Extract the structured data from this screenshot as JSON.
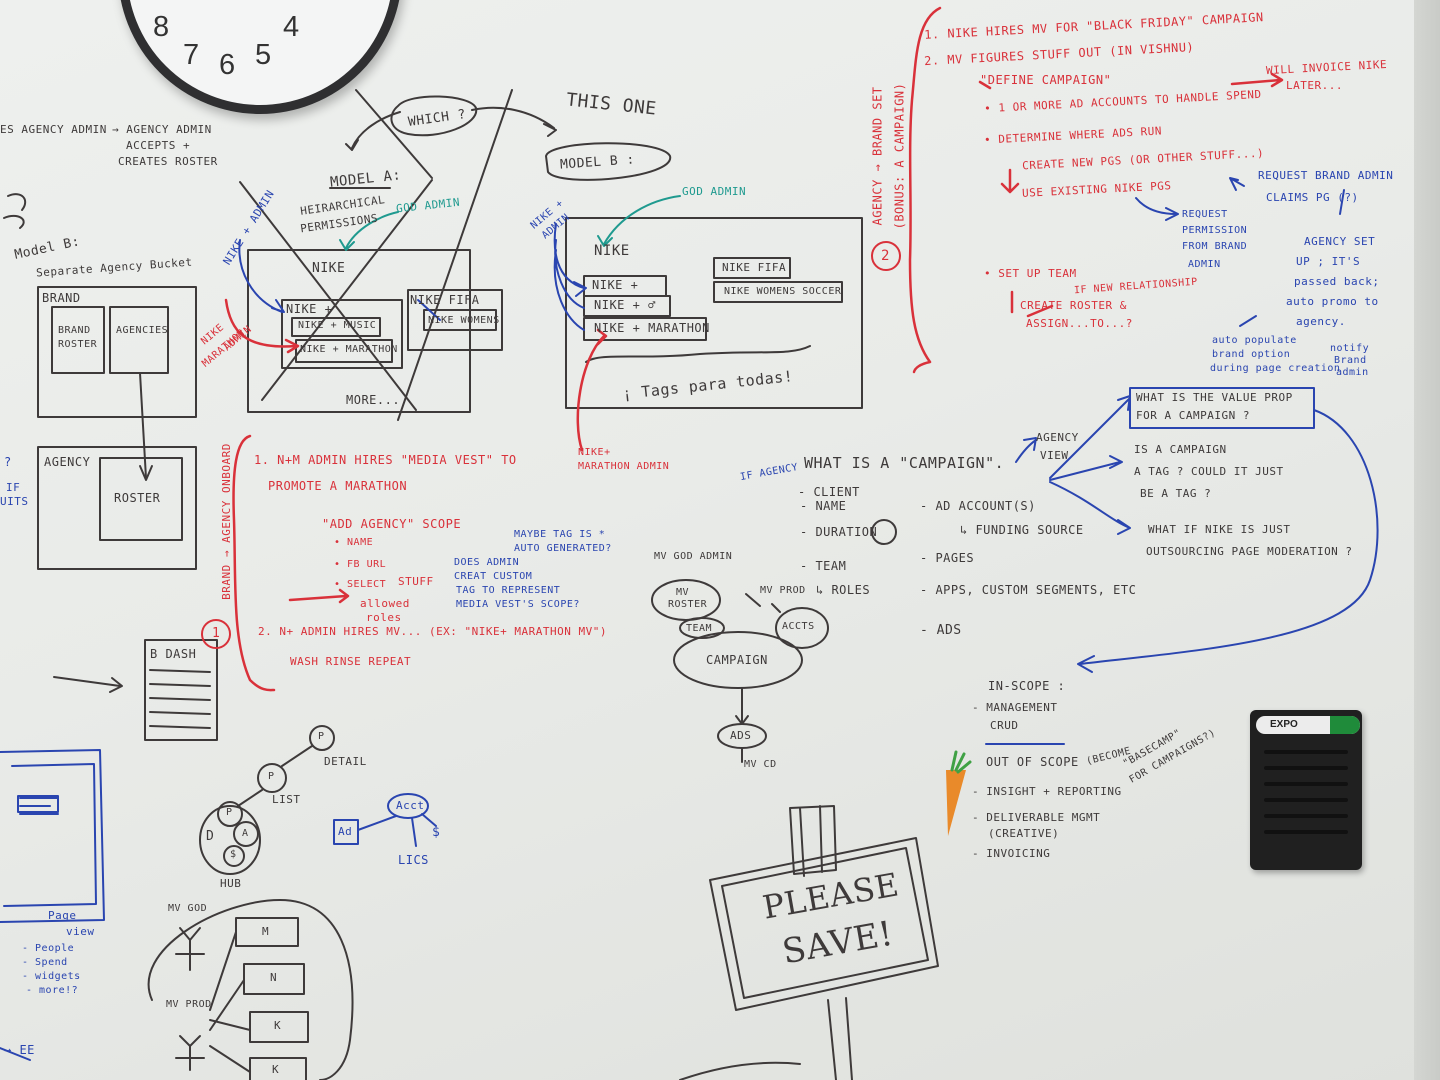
{
  "clock": {
    "numbers": [
      "8",
      "7",
      "6",
      "5",
      "4"
    ]
  },
  "marker_clip": {
    "label": "EXPO"
  },
  "left_top": {
    "agency_flow": [
      "ES AGENCY ADMIN",
      "→ AGENCY ADMIN",
      "ACCEPTS +",
      "CREATES ROSTER"
    ],
    "model_b_title": "Model B:",
    "model_b_sub": "Separate Agency Bucket",
    "brand": "BRAND",
    "brand_roster_1": "BRAND",
    "brand_roster_2": "ROSTER",
    "agencies": "AGENCIES",
    "agency": "AGENCY",
    "roster": "ROSTER",
    "edge_q": "?",
    "edge_if": "IF",
    "edge_uits": "UITS",
    "b_dash": "B DASH"
  },
  "model_a": {
    "which": "WHICH ?",
    "title": "MODEL A:",
    "heir1": "HEIRARCHICAL",
    "heir2": "PERMISSIONS",
    "god_admin": "GOD ADMIN",
    "nike_admin": "NIKE + ADMIN",
    "nike": "NIKE",
    "nike_plus": "NIKE +",
    "nike_music": "NIKE + MUSIC",
    "nike_marathon": "NIKE + MARATHON",
    "nike_fifa": "NIKE FIFA",
    "nike_womens": "NIKE WOMENS",
    "marathon_admin_1": "NIKE",
    "marathon_admin_2": "MARATHON",
    "marathon_admin_3": "ADMIN",
    "more": "MORE..."
  },
  "model_b": {
    "this_one": "THIS ONE",
    "title": "MODEL B :",
    "god_admin": "GOD ADMIN",
    "nike_admin_1": "NIKE +",
    "nike_admin_2": "ADMIN",
    "nike": "NIKE",
    "nike_plus": "NIKE +",
    "nike_plus_o": "NIKE + ♂",
    "nike_marathon": "NIKE + MARATHON",
    "nike_fifa": "NIKE FIFA",
    "nike_womens": "NIKE WOMENS SOCCER",
    "tags": "¡ Tags para todas!",
    "marathon_admin_1": "NIKE+",
    "marathon_admin_2": "MARATHON ADMIN"
  },
  "right_top": {
    "vertical_1": "AGENCY → BRAND SET",
    "vertical_2": "(BONUS: A CAMPAIGN)",
    "circle_num": "2",
    "step1": "1. NIKE HIRES MV FOR \"BLACK FRIDAY\" CAMPAIGN",
    "step2": "2. MV FIGURES STUFF OUT (IN VISHNU)",
    "define": "\"DEFINE CAMPAIGN\"",
    "ad_accounts": "• 1 OR MORE AD ACCOUNTS TO HANDLE SPEND",
    "will_invoice_1": "WILL INVOICE NIKE",
    "will_invoice_2": "LATER...",
    "determine": "• DETERMINE WHERE ADS RUN",
    "create_pgs": "CREATE NEW PGS (OR OTHER STUFF...)",
    "use_existing": "USE EXISTING NIKE PGS",
    "request_brand_1": "REQUEST BRAND ADMIN",
    "request_brand_2": "CLAIMS PG (?)",
    "request_perm": [
      "REQUEST",
      "PERMISSION",
      "FROM BRAND",
      "ADMIN"
    ],
    "agency_set": [
      "AGENCY SET",
      "UP ; IT'S",
      "passed back;",
      "auto promo to",
      "agency."
    ],
    "set_up_team": "• SET UP TEAM",
    "create_roster_1": "CREATE ROSTER &",
    "create_roster_2": "ASSIGN...TO...?",
    "if_new": "IF NEW RELATIONSHIP",
    "auto_populate": [
      "auto populate",
      "brand option",
      "during page creation"
    ],
    "notify": [
      "notify",
      "Brand",
      "admin"
    ]
  },
  "left_mid": {
    "vertical": "BRAND → AGENCY ONBOARD",
    "circle_num": "1",
    "step1_a": "1. N+M ADMIN HIRES \"MEDIA VEST\" TO",
    "step1_b": "PROMOTE A MARATHON",
    "add_agency": "\"ADD AGENCY\" SCOPE",
    "name": "• NAME",
    "fb_url": "• FB URL",
    "select": "• SELECT",
    "stuff": "STUFF",
    "allowed": "allowed",
    "roles": "roles",
    "maybe_tag_1": "MAYBE TAG IS *",
    "maybe_tag_2": "AUTO GENERATED?",
    "does_admin": [
      "DOES ADMIN",
      "CREAT CUSTOM",
      "TAG TO REPRESENT",
      "MEDIA VEST'S SCOPE?"
    ],
    "step2": "2. N+ ADMIN HIRES MV... (EX: \"NIKE+ MARATHON MV\")",
    "wash": "WASH RINSE REPEAT"
  },
  "campaign_def": {
    "if_agency": "IF AGENCY",
    "what_is": "WHAT IS A \"CAMPAIGN\".",
    "client": "- CLIENT",
    "name": "- NAME",
    "duration": "- DURATION",
    "team": "- TEAM",
    "roles": "↳ ROLES",
    "ad_accounts": "- AD ACCOUNT(S)",
    "funding": "↳ FUNDING SOURCE",
    "pages": "- PAGES",
    "apps": "- APPS, CUSTOM SEGMENTS, ETC",
    "ads": "- ADS",
    "agency_view_1": "AGENCY",
    "agency_view_2": "VIEW",
    "value_prop_1": "WHAT IS THE VALUE PROP",
    "value_prop_2": "FOR A CAMPAIGN ?",
    "is_campaign": [
      "IS A CAMPAIGN",
      "A TAG ? COULD IT JUST",
      "BE A TAG ?"
    ],
    "what_if": [
      "WHAT IF NIKE IS JUST",
      "OUTSOURCING PAGE MODERATION ?"
    ]
  },
  "scope": {
    "in_scope": "IN-SCOPE :",
    "mgmt_1": "- MANAGEMENT",
    "mgmt_2": "CRUD",
    "out_scope": "OUT OF SCOPE",
    "become": [
      "(BECOME",
      "\"BASECAMP\"",
      "FOR CAMPAIGNS?)"
    ],
    "insight": "- INSIGHT + REPORTING",
    "deliverable_1": "- DELIVERABLE MGMT",
    "deliverable_2": "(CREATIVE)",
    "invoicing": "- INVOICING"
  },
  "campaign_bubble": {
    "mv_god": "MV GOD ADMIN",
    "mv_prod": "MV PROD",
    "mv_roster": [
      "MV",
      "ROSTER"
    ],
    "team": "TEAM",
    "accts": "ACCTS",
    "campaign": "CAMPAIGN",
    "ads": "ADS",
    "mv_cd": "MV CD"
  },
  "bottom_left": {
    "p": "P",
    "detail": "DETAIL",
    "list": "LIST",
    "hub": "HUB",
    "a": "A",
    "d": "D",
    "dollar": "$",
    "ad": "Ad",
    "acct": "Acct",
    "lics": "LICS",
    "mv_god": "MV GOD",
    "mv_prod": "MV PROD",
    "m": "M",
    "n": "N",
    "k": "K",
    "page_view_1": "Page",
    "page_view_2": "view",
    "list_items": [
      "- People",
      "- Spend",
      "- widgets",
      "- more!?"
    ],
    "ee": "→ EE"
  },
  "sign": {
    "line1": "PLEASE",
    "line2": "SAVE!"
  }
}
